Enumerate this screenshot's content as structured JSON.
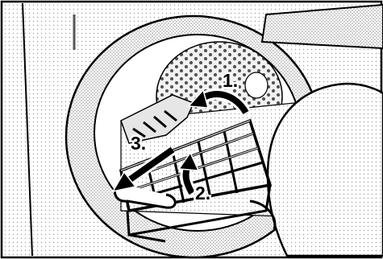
{
  "steps": [
    {
      "label": "1.",
      "action": "rotate-arrow"
    },
    {
      "label": "2.",
      "action": "lift-arrow"
    },
    {
      "label": "3.",
      "action": "pull-out-arrow"
    }
  ],
  "colors": {
    "line": "#000000",
    "background": "#ffffff",
    "shade": "#bdbdbd",
    "light-shade": "#e6e6e6"
  }
}
